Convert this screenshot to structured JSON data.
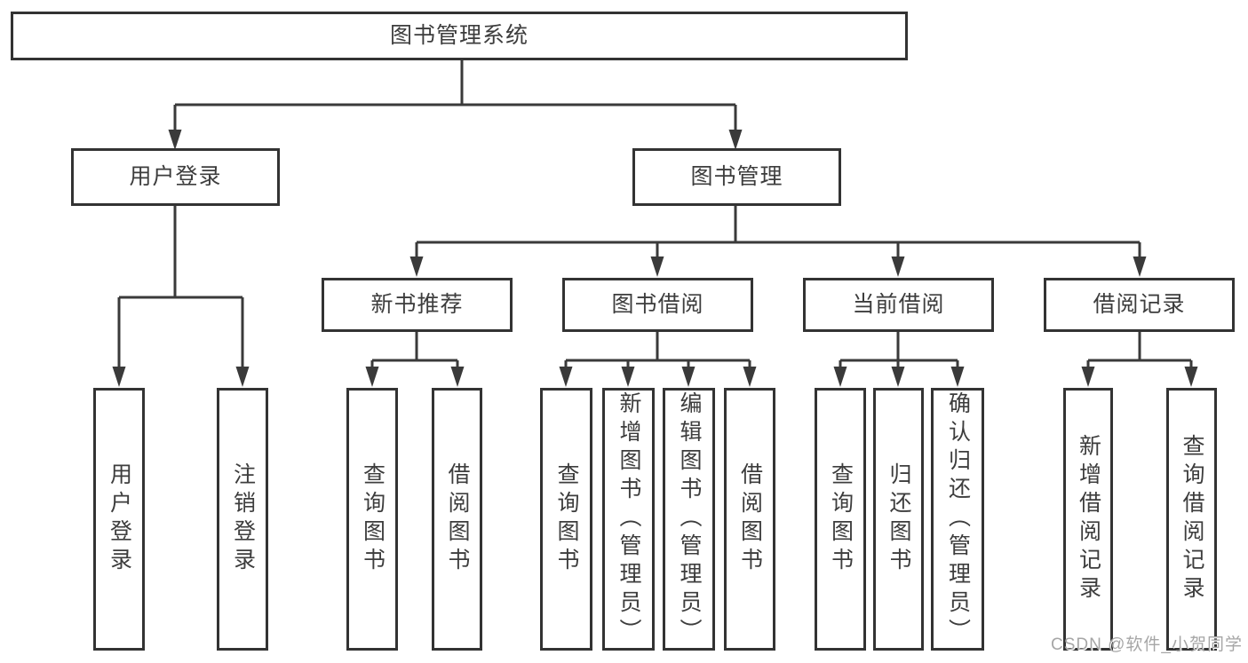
{
  "diagram": {
    "root": {
      "label": "图书管理系统"
    },
    "level2": [
      {
        "id": "user-login",
        "label": "用户登录"
      },
      {
        "id": "book-management",
        "label": "图书管理"
      }
    ],
    "level3": [
      {
        "id": "new-book-recommend",
        "label": "新书推荐",
        "parent": "图书管理"
      },
      {
        "id": "book-borrowing",
        "label": "图书借阅",
        "parent": "图书管理"
      },
      {
        "id": "current-borrowing",
        "label": "当前借阅",
        "parent": "图书管理"
      },
      {
        "id": "borrowing-records",
        "label": "借阅记录",
        "parent": "图书管理"
      }
    ],
    "leaves": [
      {
        "label": "用户登录",
        "parent": "用户登录"
      },
      {
        "label": "注销登录",
        "parent": "用户登录"
      },
      {
        "label": "查询图书",
        "parent": "新书推荐"
      },
      {
        "label": "借阅图书",
        "parent": "新书推荐"
      },
      {
        "label": "查询图书",
        "parent": "图书借阅"
      },
      {
        "label": "新增图书（管理员）",
        "parent": "图书借阅"
      },
      {
        "label": "编辑图书（管理员）",
        "parent": "图书借阅"
      },
      {
        "label": "借阅图书",
        "parent": "图书借阅"
      },
      {
        "label": "查询图书",
        "parent": "当前借阅"
      },
      {
        "label": "归还图书",
        "parent": "当前借阅"
      },
      {
        "label": "确认归还（管理员）",
        "parent": "当前借阅"
      },
      {
        "label": "新增借阅记录",
        "parent": "借阅记录"
      },
      {
        "label": "查询借阅记录",
        "parent": "借阅记录"
      }
    ]
  },
  "watermark": "CSDN @软件_小贺同学",
  "colors": {
    "line": "#3a3a3a",
    "box_border": "#333333",
    "text": "#3d3d3d",
    "watermark": "#a6a6a6",
    "background": "#ffffff"
  }
}
